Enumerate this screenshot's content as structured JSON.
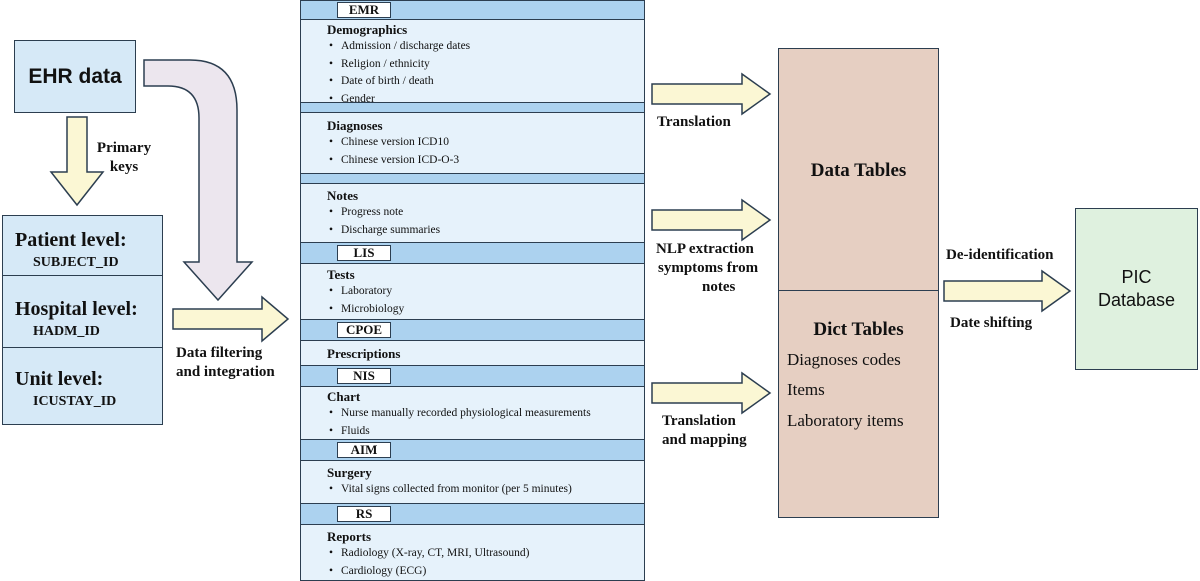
{
  "ehr": {
    "title": "EHR data"
  },
  "primary_keys": {
    "line1": "Primary",
    "line2": "keys"
  },
  "levels": [
    {
      "title": "Patient level:",
      "key": "SUBJECT_ID"
    },
    {
      "title": "Hospital level:",
      "key": "HADM_ID"
    },
    {
      "title": "Unit level:",
      "key": "ICUSTAY_ID"
    }
  ],
  "filter_label": {
    "line1": "Data filtering",
    "line2": "and integration"
  },
  "tags": {
    "emr": "EMR",
    "lis": "LIS",
    "cpoe": "CPOE",
    "nis": "NIS",
    "aim": "AIM",
    "rs": "RS"
  },
  "sections": {
    "demographics": {
      "title": "Demographics",
      "items": [
        "Admission / discharge dates",
        "Religion / ethnicity",
        "Date of birth / death",
        "Gender"
      ]
    },
    "diagnoses": {
      "title": "Diagnoses",
      "items": [
        "Chinese version ICD10",
        "Chinese version ICD-O-3"
      ]
    },
    "notes": {
      "title": "Notes",
      "items": [
        "Progress note",
        "Discharge summaries"
      ]
    },
    "tests": {
      "title": "Tests",
      "items": [
        "Laboratory",
        "Microbiology"
      ]
    },
    "prescriptions": {
      "title": "Prescriptions"
    },
    "chart": {
      "title": "Chart",
      "items": [
        "Nurse manually recorded physiological measurements",
        "Fluids"
      ]
    },
    "surgery": {
      "title": "Surgery",
      "items": [
        "Vital signs collected from monitor (per 5 minutes)"
      ]
    },
    "reports": {
      "title": "Reports",
      "items": [
        "Radiology (X-ray, CT, MRI, Ultrasound)",
        "Cardiology (ECG)"
      ]
    }
  },
  "arrow_labels": {
    "translation": "Translation",
    "nlp": {
      "line1": "NLP extraction",
      "line2": "symptoms from",
      "line3": "notes"
    },
    "mapping": {
      "line1": "Translation",
      "line2": "and mapping"
    },
    "deid": "De-identification",
    "date_shift": "Date shifting"
  },
  "tables": {
    "data_title": "Data Tables",
    "dict_title": "Dict Tables",
    "dict_items": [
      "Diagnoses codes",
      "Items",
      "Laboratory items"
    ]
  },
  "pic": {
    "line1": "PIC",
    "line2": "Database"
  },
  "colors": {
    "blue_box": "#d6e9f7",
    "band": "#acd2ef",
    "arrow_fill": "#fbf7d4",
    "curve_arrow": "#ece6ee",
    "tables": "#e6cfc2",
    "pic": "#dff1df"
  }
}
